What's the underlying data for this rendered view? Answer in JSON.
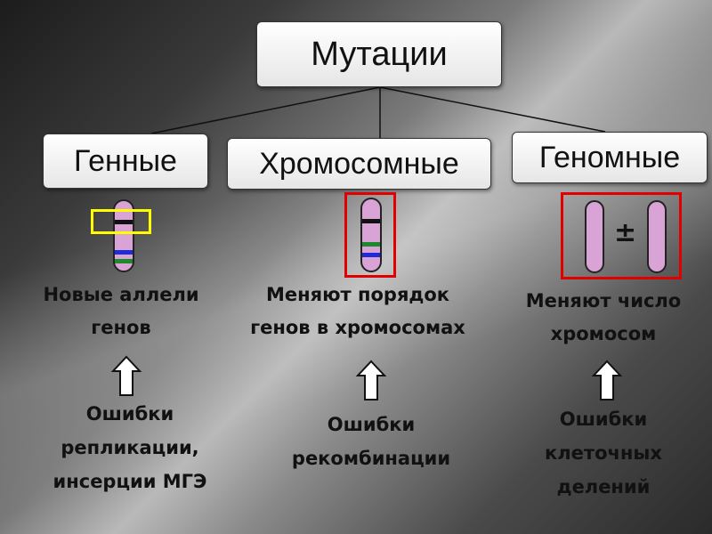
{
  "title": "Мутации",
  "categories": [
    {
      "name": "Генные",
      "effect": [
        "Новые аллели",
        "генов"
      ],
      "cause": [
        "Ошибки",
        "репликации,",
        "инсерции МГЭ"
      ]
    },
    {
      "name": "Хромосомные",
      "effect": [
        "Меняют порядок",
        "генов в хромосомах"
      ],
      "cause": [
        "Ошибки",
        "рекомбинации"
      ]
    },
    {
      "name": "Геномные",
      "effect": [
        "Меняют число",
        "хромосом"
      ],
      "cause": [
        "Ошибки",
        "клеточных",
        "делений"
      ]
    }
  ],
  "genomic_symbol": "±",
  "colors": {
    "chromosome_fill": "#d9a3d6",
    "highlight_yellow": "#ffff00",
    "highlight_red": "#e00000",
    "band_black": "#111111",
    "band_blue": "#1f2bd6",
    "band_green": "#1c8a2a"
  }
}
